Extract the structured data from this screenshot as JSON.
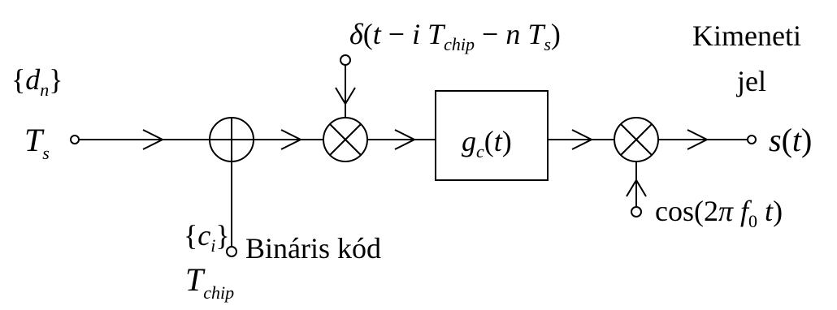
{
  "input": {
    "symbol": "d",
    "symbol_sub": "n",
    "period": "T",
    "period_sub": "s"
  },
  "code_input": {
    "label": "Bináris kód",
    "symbol": "c",
    "symbol_sub": "i",
    "period": "T",
    "period_sub": "chip"
  },
  "impulse": {
    "delta": "δ",
    "t": "t",
    "minus1": " − ",
    "i": "i",
    "T1": "T",
    "T1_sub": "chip",
    "minus2": " − ",
    "n": "n",
    "T2": "T",
    "T2_sub": "s"
  },
  "filter": {
    "g": "g",
    "g_sub": "c",
    "arg": "t"
  },
  "carrier": {
    "cos": "cos(2",
    "pi": "π",
    "f": "f",
    "f_sub": "0",
    "t": "t"
  },
  "output": {
    "title_line1": "Kimeneti",
    "title_line2": "jel",
    "s": "s",
    "t": "t"
  }
}
